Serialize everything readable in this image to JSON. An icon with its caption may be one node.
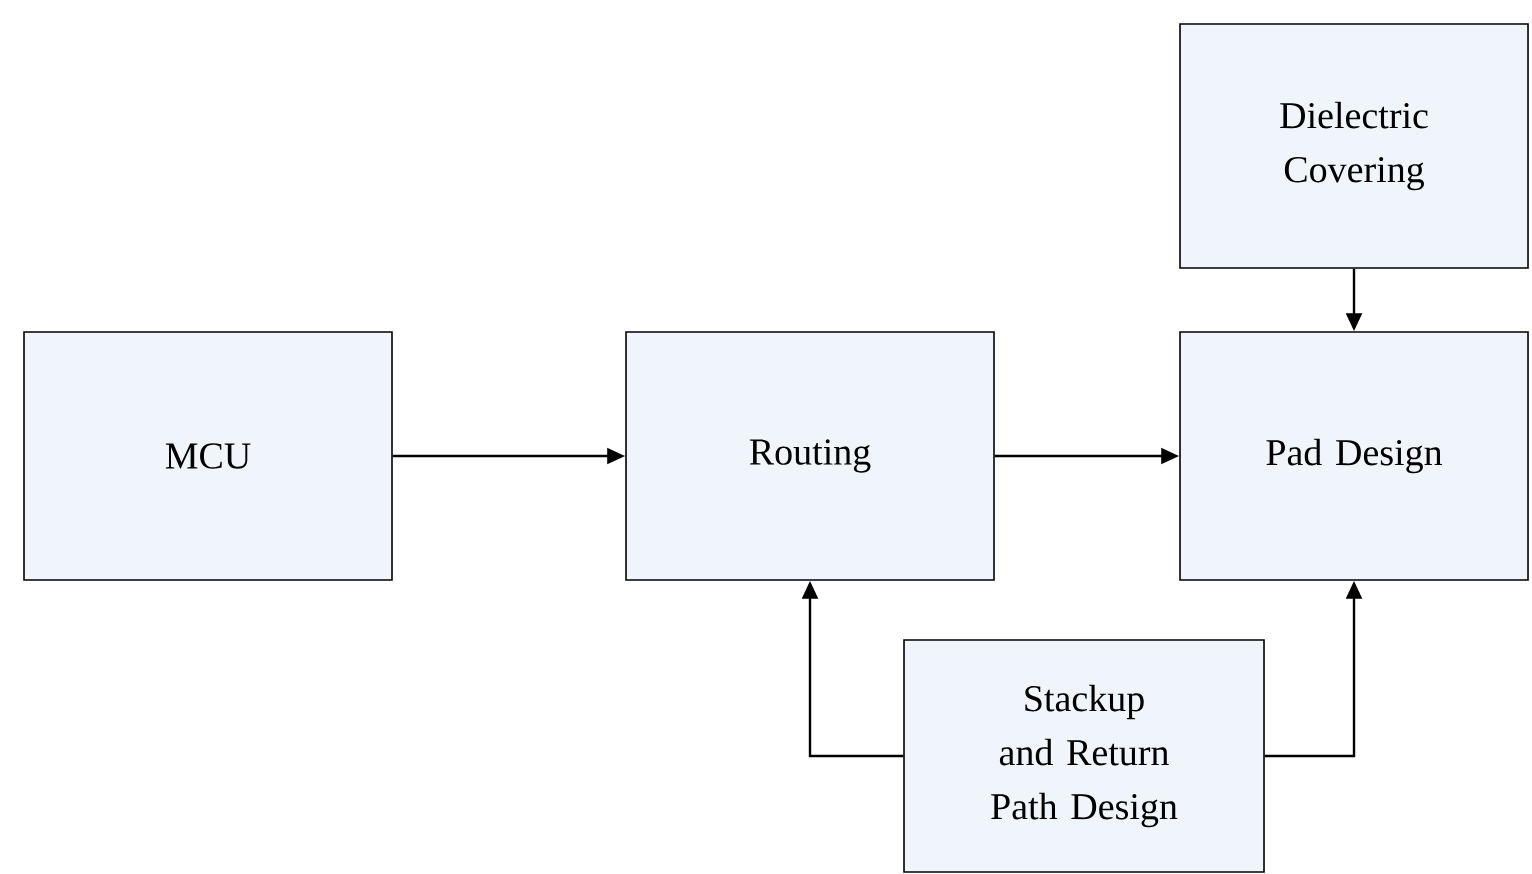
{
  "diagram": {
    "nodes": [
      {
        "text": [
          "MCU"
        ]
      },
      {
        "text": [
          "Routing"
        ]
      },
      {
        "text": [
          "Dielectric Covering"
        ]
      },
      {
        "text": [
          "Pad Design"
        ]
      },
      {
        "text": [
          "Stackup and Return Path Design"
        ]
      }
    ],
    "edges": [
      {
        "from": 0,
        "to": 1,
        "arrow": "to"
      },
      {
        "from": 1,
        "to": 3,
        "arrow": "to"
      },
      {
        "from": 2,
        "to": 3,
        "arrow": "to"
      },
      {
        "from": 4,
        "to": 1,
        "arrow": "to"
      },
      {
        "from": 4,
        "to": 3,
        "arrow": "to"
      }
    ]
  }
}
